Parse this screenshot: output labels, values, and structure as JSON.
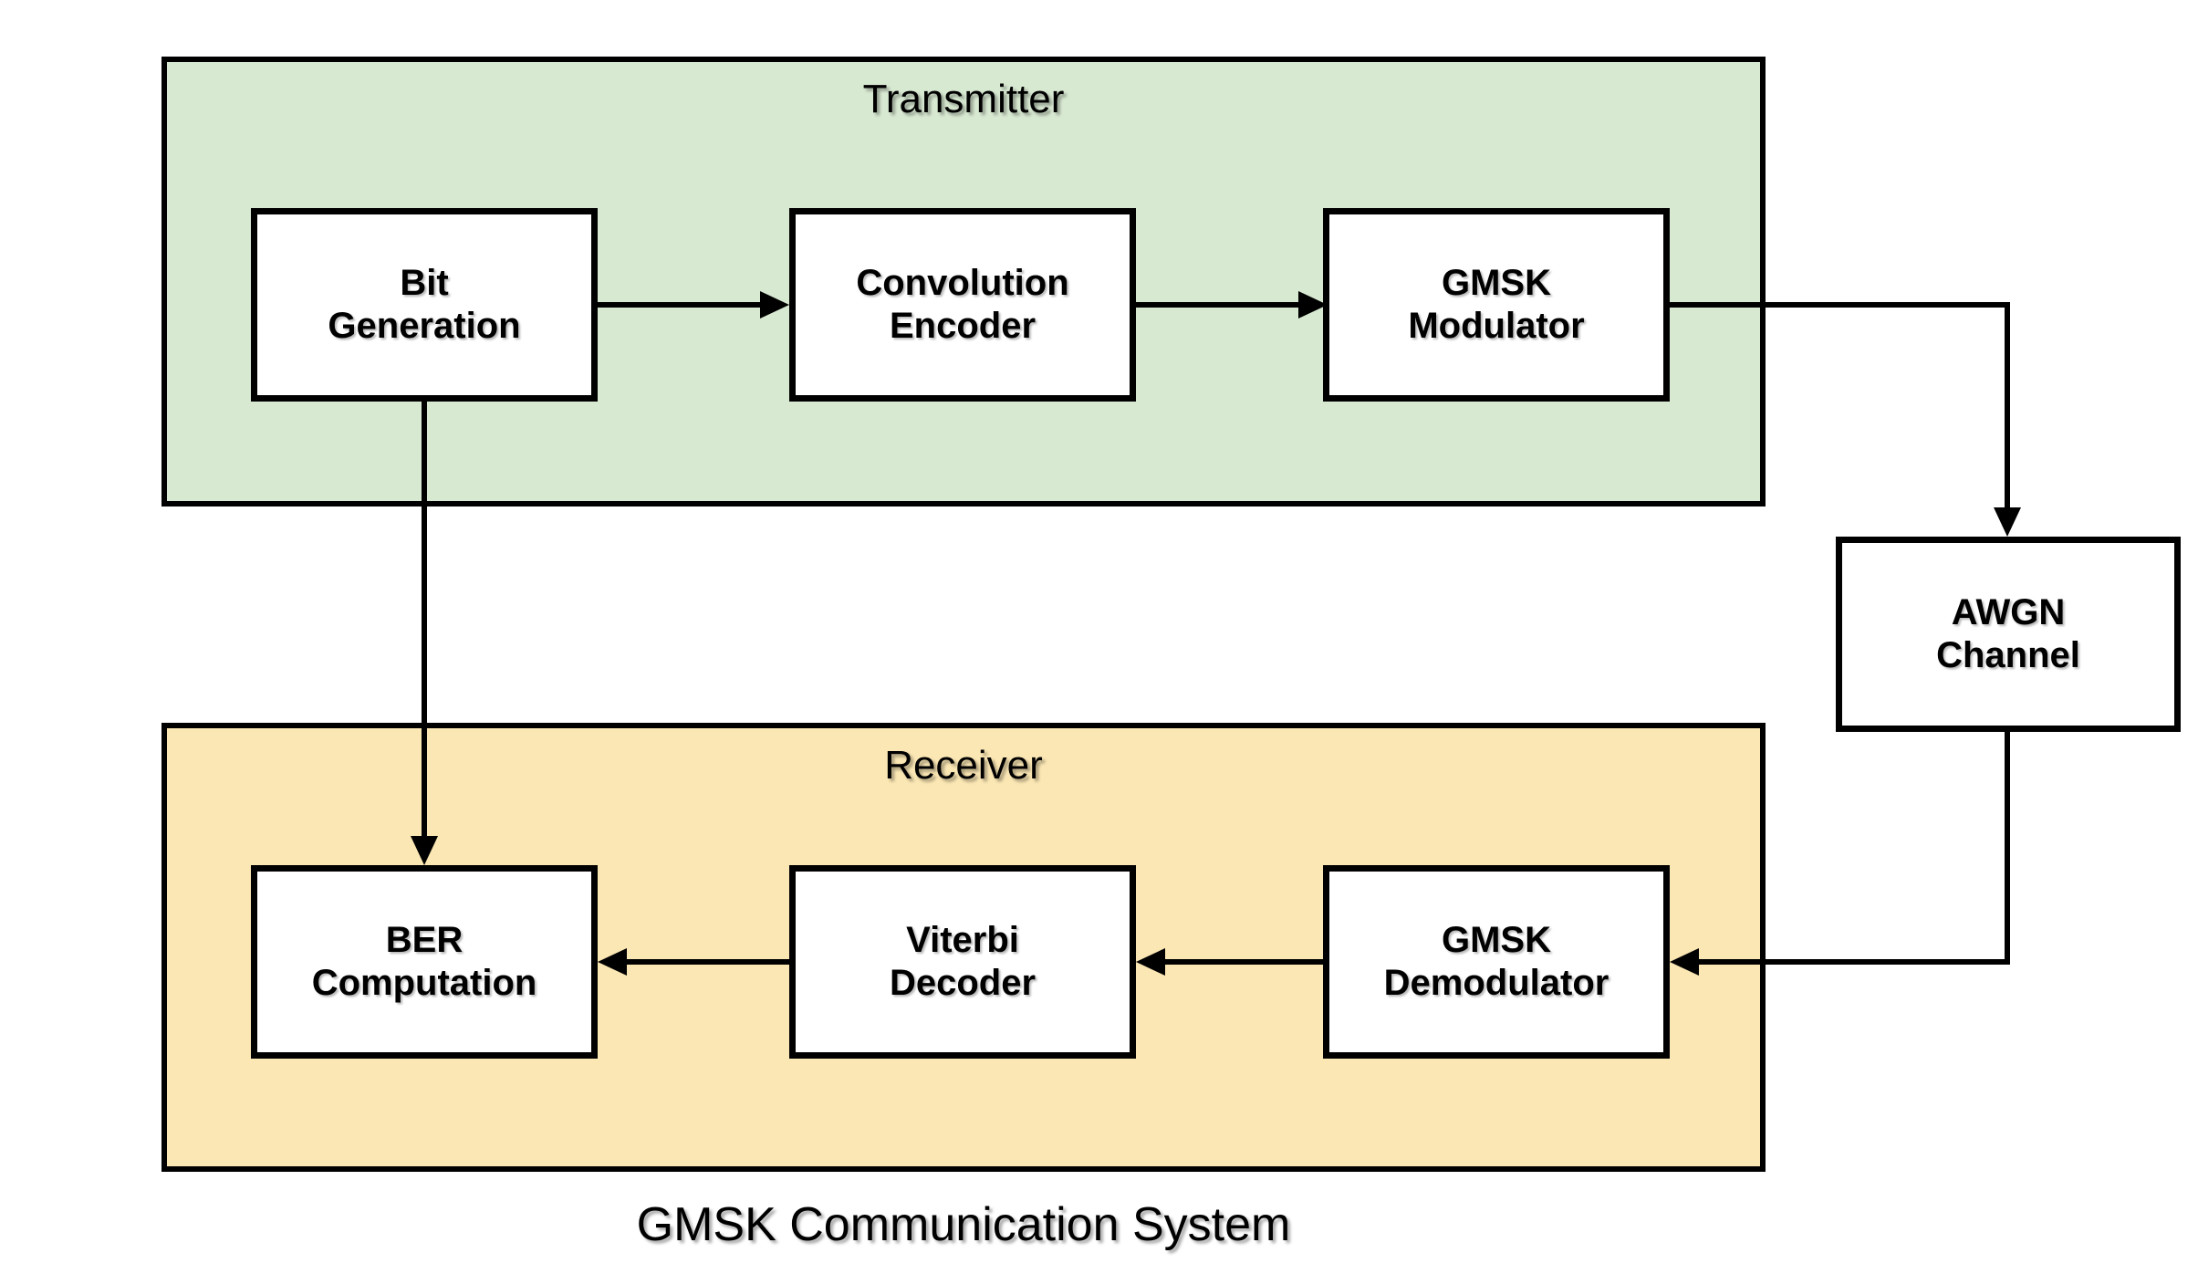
{
  "title": "GMSK Communication System",
  "containers": {
    "transmitter": {
      "label": "Transmitter"
    },
    "receiver": {
      "label": "Receiver"
    }
  },
  "blocks": {
    "bit_generation": {
      "label": "Bit\nGeneration"
    },
    "convolution_encoder": {
      "label": "Convolution\nEncoder"
    },
    "gmsk_modulator": {
      "label": "GMSK\nModulator"
    },
    "awgn_channel": {
      "label": "AWGN\nChannel"
    },
    "ber_computation": {
      "label": "BER\nComputation"
    },
    "viterbi_decoder": {
      "label": "Viterbi\nDecoder"
    },
    "gmsk_demodulator": {
      "label": "GMSK\nDemodulator"
    }
  },
  "connections": [
    {
      "from": "Bit Generation",
      "to": "Convolution Encoder"
    },
    {
      "from": "Convolution Encoder",
      "to": "GMSK Modulator"
    },
    {
      "from": "GMSK Modulator",
      "to": "AWGN Channel"
    },
    {
      "from": "AWGN Channel",
      "to": "GMSK Demodulator"
    },
    {
      "from": "GMSK Demodulator",
      "to": "Viterbi Decoder"
    },
    {
      "from": "Viterbi Decoder",
      "to": "BER Computation"
    },
    {
      "from": "Bit Generation",
      "to": "BER Computation"
    }
  ],
  "colors": {
    "transmitter_fill": "#d8e9d2",
    "receiver_fill": "#fbe7b4",
    "block_fill": "#ffffff",
    "line_color": "#000000"
  }
}
